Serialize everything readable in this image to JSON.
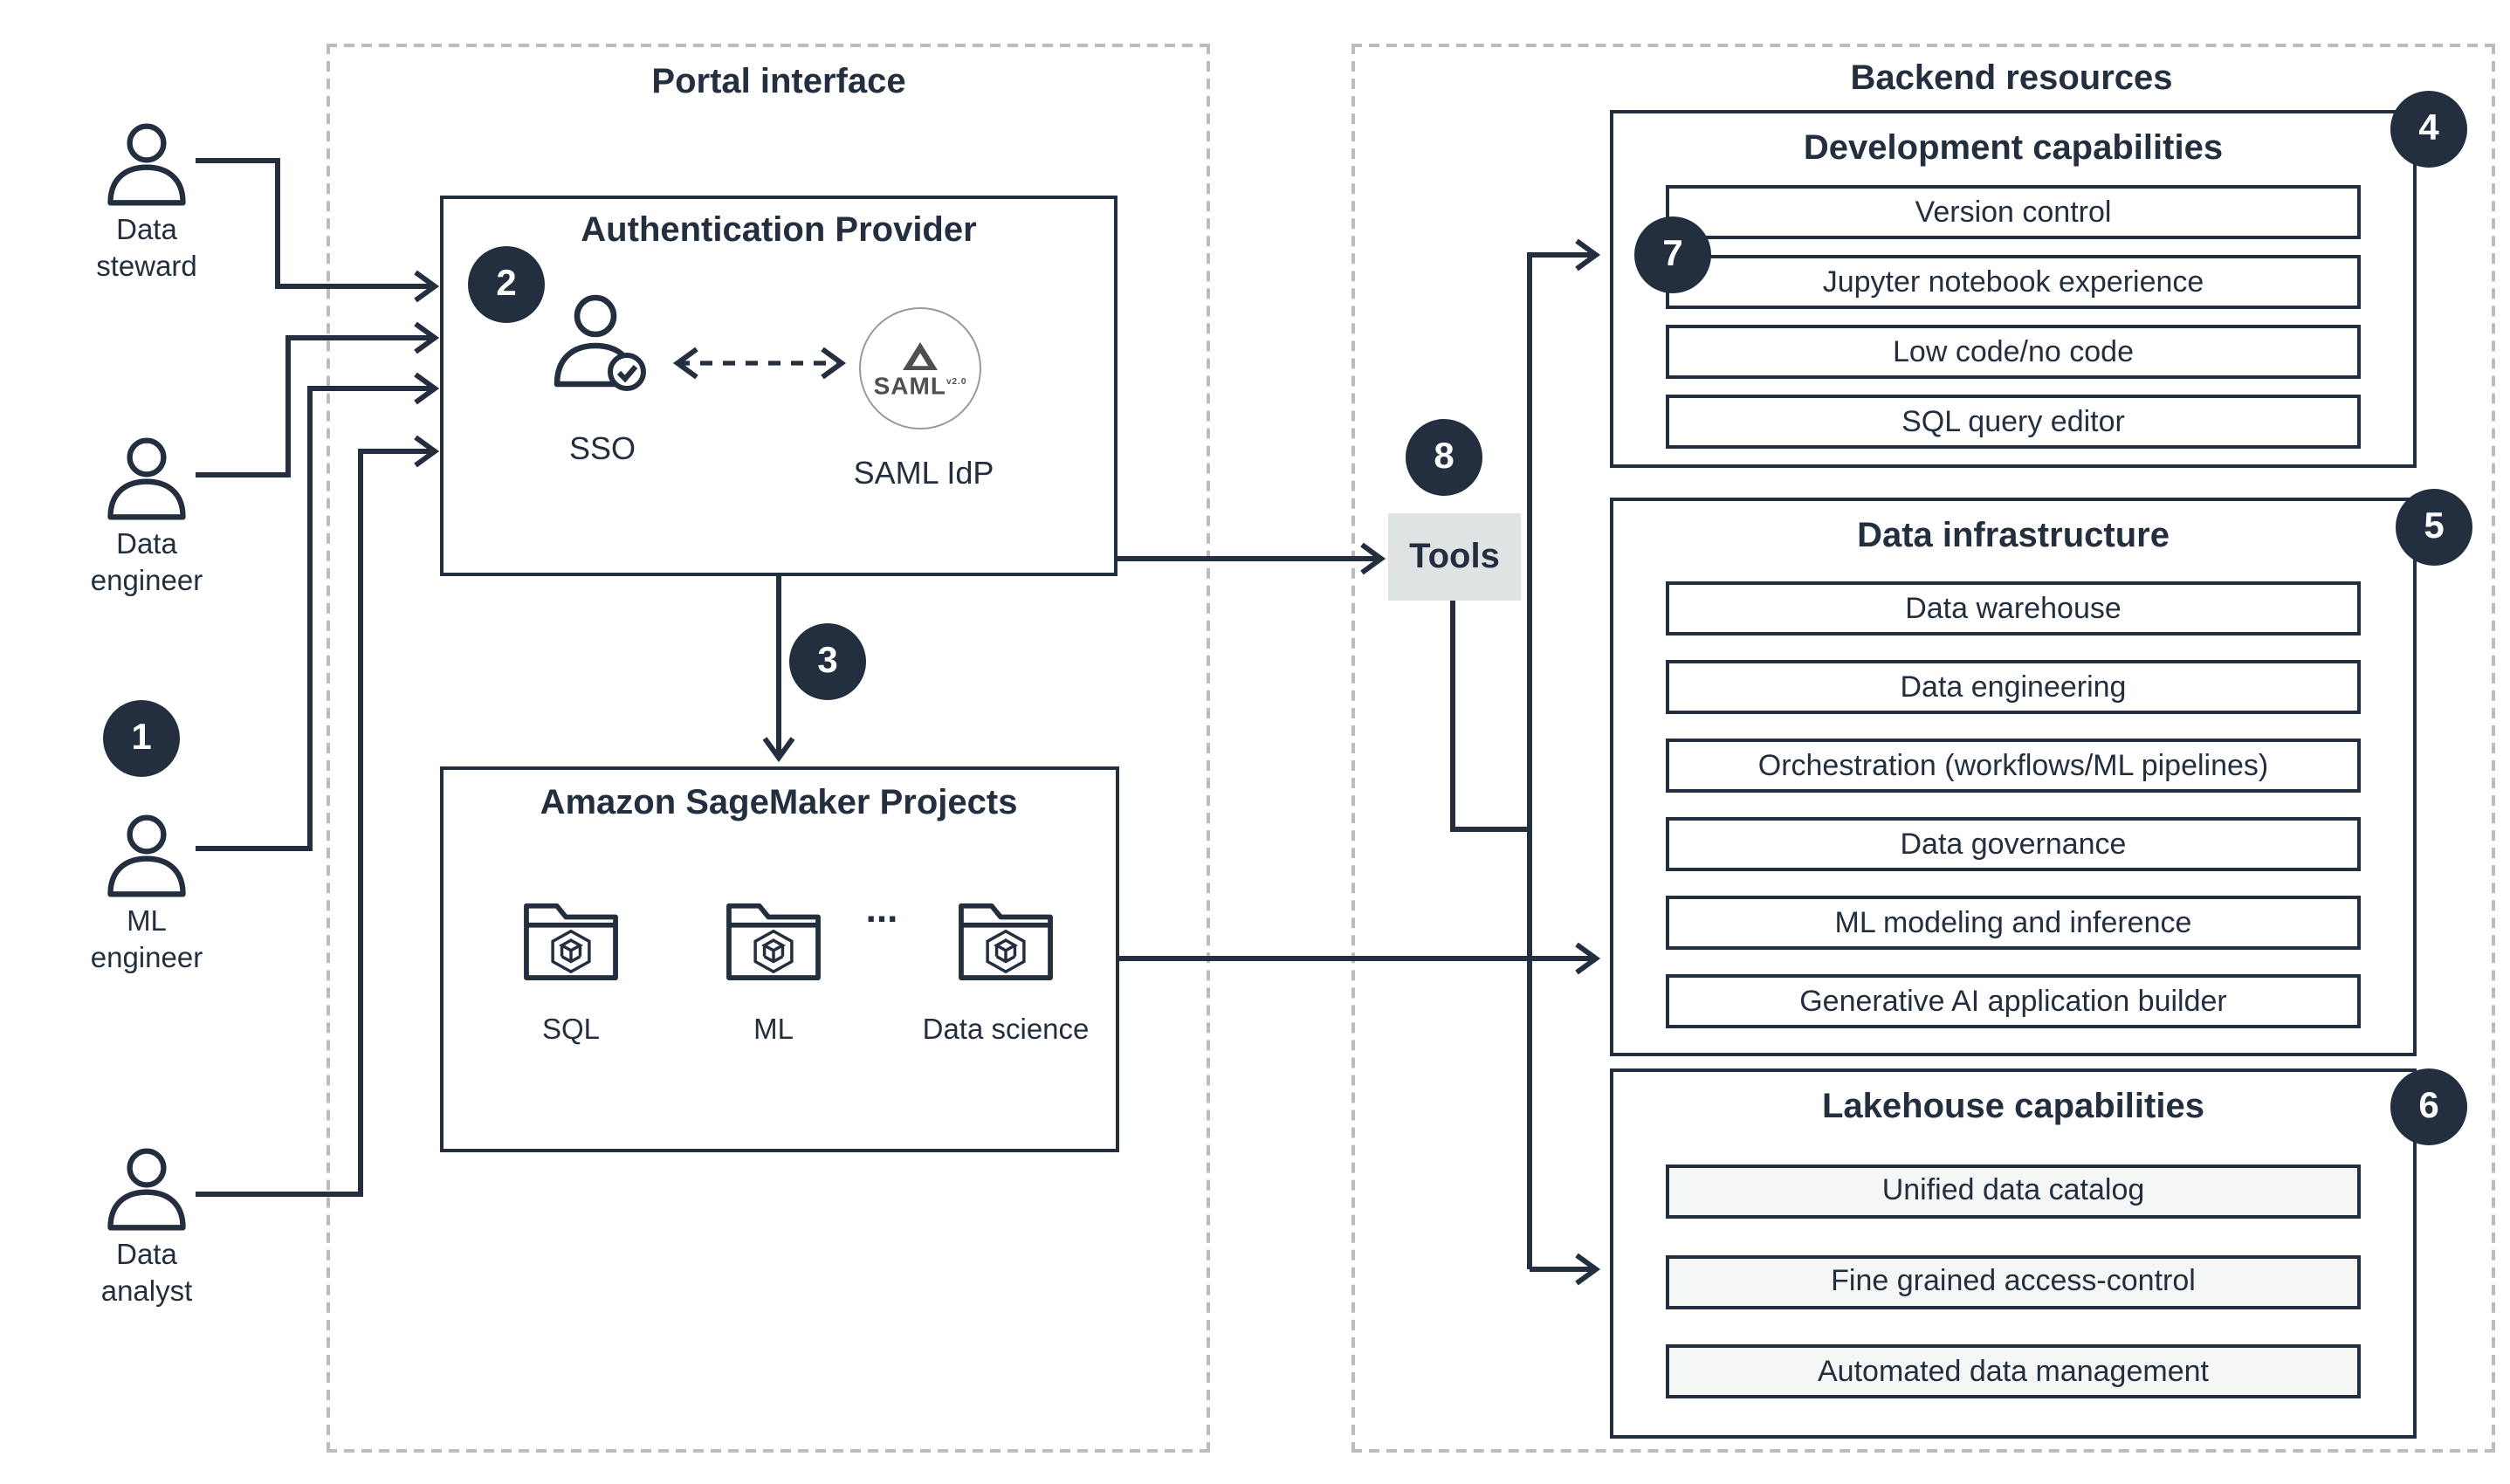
{
  "colors": {
    "ink": "#232f3e",
    "dashed_border": "#bcbcbc",
    "tools_bg": "#dfe3e3",
    "lakehouse_row_bg": "#f5f6f6",
    "badge_bg": "#232f3e",
    "badge_text": "#ffffff",
    "saml_gray": "#4f4f4f"
  },
  "portal": {
    "title": "Portal interface"
  },
  "backend": {
    "title": "Backend resources"
  },
  "users": [
    {
      "label": "Data\nsteward"
    },
    {
      "label": "Data\nengineer"
    },
    {
      "label": "ML\nengineer"
    },
    {
      "label": "Data\nanalyst"
    }
  ],
  "badges": [
    "1",
    "2",
    "3",
    "4",
    "5",
    "6",
    "7",
    "8"
  ],
  "auth": {
    "title": "Authentication Provider",
    "sso_label": "SSO",
    "saml_idp_label": "SAML IdP",
    "saml_logo_text": "SAML",
    "saml_logo_version": "v2.0"
  },
  "projects": {
    "title": "Amazon SageMaker Projects",
    "ellipsis": "...",
    "folders": [
      "SQL",
      "ML",
      "Data science"
    ]
  },
  "tools": {
    "label": "Tools"
  },
  "backend_boxes": [
    {
      "title": "Development capabilities",
      "rows": [
        "Version control",
        "Jupyter notebook experience",
        "Low code/no code",
        "SQL query editor"
      ]
    },
    {
      "title": "Data infrastructure",
      "rows": [
        "Data warehouse",
        "Data engineering",
        "Orchestration (workflows/ML pipelines)",
        "Data governance",
        "ML modeling and inference",
        "Generative AI application builder"
      ]
    },
    {
      "title": "Lakehouse capabilities",
      "rows": [
        "Unified data catalog",
        "Fine grained access-control",
        "Automated data management"
      ]
    }
  ]
}
